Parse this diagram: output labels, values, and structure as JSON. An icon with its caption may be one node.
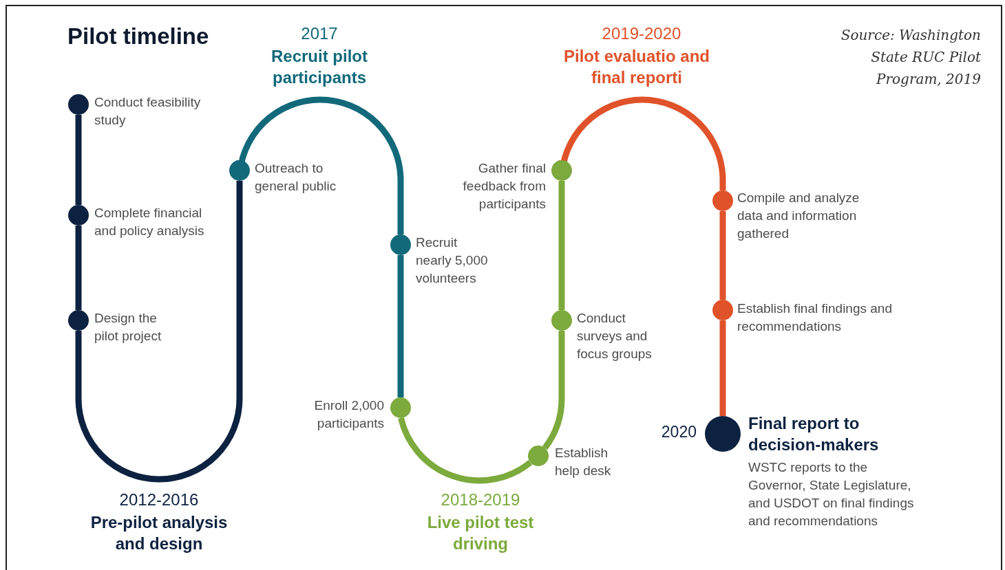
{
  "diagram": {
    "title": "Pilot timeline",
    "caption": "Source: Washington State RUC Pilot Program, 2019",
    "nodes": [
      {
        "text": [],
        "shape": "circle",
        "beside": [
          "Conduct feasibility study"
        ]
      },
      {
        "text": [],
        "shape": "circle",
        "beside": [
          "Complete financial and policy analysis"
        ]
      },
      {
        "text": [],
        "shape": "circle",
        "beside": [
          "Design the pilot project"
        ]
      },
      {
        "text": [],
        "shape": "circle",
        "beside": [
          "Outreach to general public"
        ]
      },
      {
        "text": [],
        "shape": "circle",
        "beside": [
          "Recruit nearly 5,000 volunteers"
        ]
      },
      {
        "text": [],
        "shape": "circle",
        "beside": [
          "Enroll 2,000 participants"
        ]
      },
      {
        "text": [],
        "shape": "circle",
        "beside": [
          "Establish help desk"
        ]
      },
      {
        "text": [],
        "shape": "circle",
        "beside": [
          "Conduct surveys and focus groups"
        ]
      },
      {
        "text": [],
        "shape": "circle",
        "beside": [
          "Gather final feedback from participants"
        ]
      },
      {
        "text": [],
        "shape": "circle",
        "beside": [
          "Compile and analyze data and information gathered"
        ]
      },
      {
        "text": [],
        "shape": "circle",
        "beside": [
          "Establish final findings and recommendations"
        ]
      },
      {
        "text": [],
        "shape": "circle",
        "beside": [
          "2020",
          "Final report to decision-makers",
          "WSTC reports to the Governor, State Legislature, and USDOT on final findings and recommendations"
        ]
      }
    ],
    "edges": [
      {
        "from": 0,
        "to": 1,
        "arrow": "none",
        "color": "#0d2240"
      },
      {
        "from": 1,
        "to": 2,
        "arrow": "none",
        "color": "#0d2240"
      },
      {
        "from": 2,
        "to": 3,
        "arrow": "none",
        "color": "#0d2240"
      },
      {
        "from": 3,
        "to": 4,
        "arrow": "none",
        "color": "#11697a"
      },
      {
        "from": 4,
        "to": 5,
        "arrow": "none",
        "color": "#11697a"
      },
      {
        "from": 5,
        "to": 6,
        "arrow": "none",
        "color": "#7caa3c"
      },
      {
        "from": 6,
        "to": 7,
        "arrow": "none",
        "color": "#7caa3c"
      },
      {
        "from": 7,
        "to": 8,
        "arrow": "none",
        "color": "#7caa3c"
      },
      {
        "from": 8,
        "to": 9,
        "arrow": "none",
        "color": "#e0522a"
      },
      {
        "from": 9,
        "to": 10,
        "arrow": "none",
        "color": "#e0522a"
      },
      {
        "from": 10,
        "to": 11,
        "arrow": "none",
        "color": "#e0522a"
      }
    ],
    "labels": [
      "2017",
      "Recruit pilot participants",
      "2019-2020",
      "Pilot evaluatio and final reporti",
      "2012-2016",
      "Pre-pilot analysis and design",
      "2018-2019",
      "Live pilot test driving"
    ]
  }
}
